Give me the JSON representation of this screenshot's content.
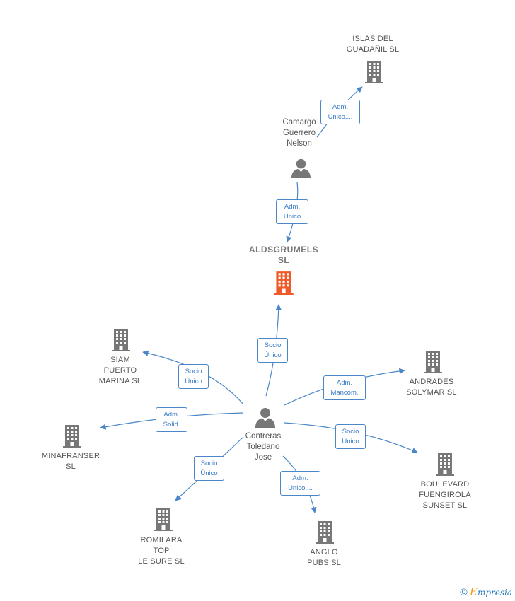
{
  "focus_company": {
    "name": "ALDSGRUMELS\nSL"
  },
  "persons": [
    {
      "id": "camargo",
      "name": "Camargo\nGuerrero\nNelson"
    },
    {
      "id": "contreras",
      "name": "Contreras\nToledano\nJose"
    }
  ],
  "companies": [
    {
      "id": "islas",
      "name": "ISLAS DEL\nGUADAÑIL  SL"
    },
    {
      "id": "siam",
      "name": "SIAM\nPUERTO\nMARINA  SL"
    },
    {
      "id": "andrades",
      "name": "ANDRADES\nSOLYMAR  SL"
    },
    {
      "id": "minafranser",
      "name": "MINAFRANSER\nSL"
    },
    {
      "id": "boulevard",
      "name": "BOULEVARD\nFUENGIROLA\nSUNSET  SL"
    },
    {
      "id": "romilara",
      "name": "ROMILARA\nTOP\nLEISURE  SL"
    },
    {
      "id": "anglo",
      "name": "ANGLO\nPUBS  SL"
    }
  ],
  "edges": [
    {
      "id": "camargo-islas",
      "label": "Adm.\nUnico,..."
    },
    {
      "id": "camargo-focus",
      "label": "Adm.\nUnico"
    },
    {
      "id": "contreras-focus",
      "label": "Socio\nÚnico"
    },
    {
      "id": "contreras-siam",
      "label": "Socio\nÚnico"
    },
    {
      "id": "contreras-andrades",
      "label": "Adm.\nMancom."
    },
    {
      "id": "contreras-minafranser",
      "label": "Adm.\nSolid."
    },
    {
      "id": "contreras-boulevard",
      "label": "Socio\nÚnico"
    },
    {
      "id": "contreras-romilara",
      "label": "Socio\nÚnico"
    },
    {
      "id": "contreras-anglo",
      "label": "Adm.\nUnico,..."
    }
  ],
  "colors": {
    "edge": "#4a86c8",
    "company_icon": "#777777",
    "focus_icon": "#f05a28",
    "person_icon": "#777777"
  },
  "footer": {
    "copyright": "©",
    "brand_initial": "E",
    "brand_rest": "mpresia"
  }
}
